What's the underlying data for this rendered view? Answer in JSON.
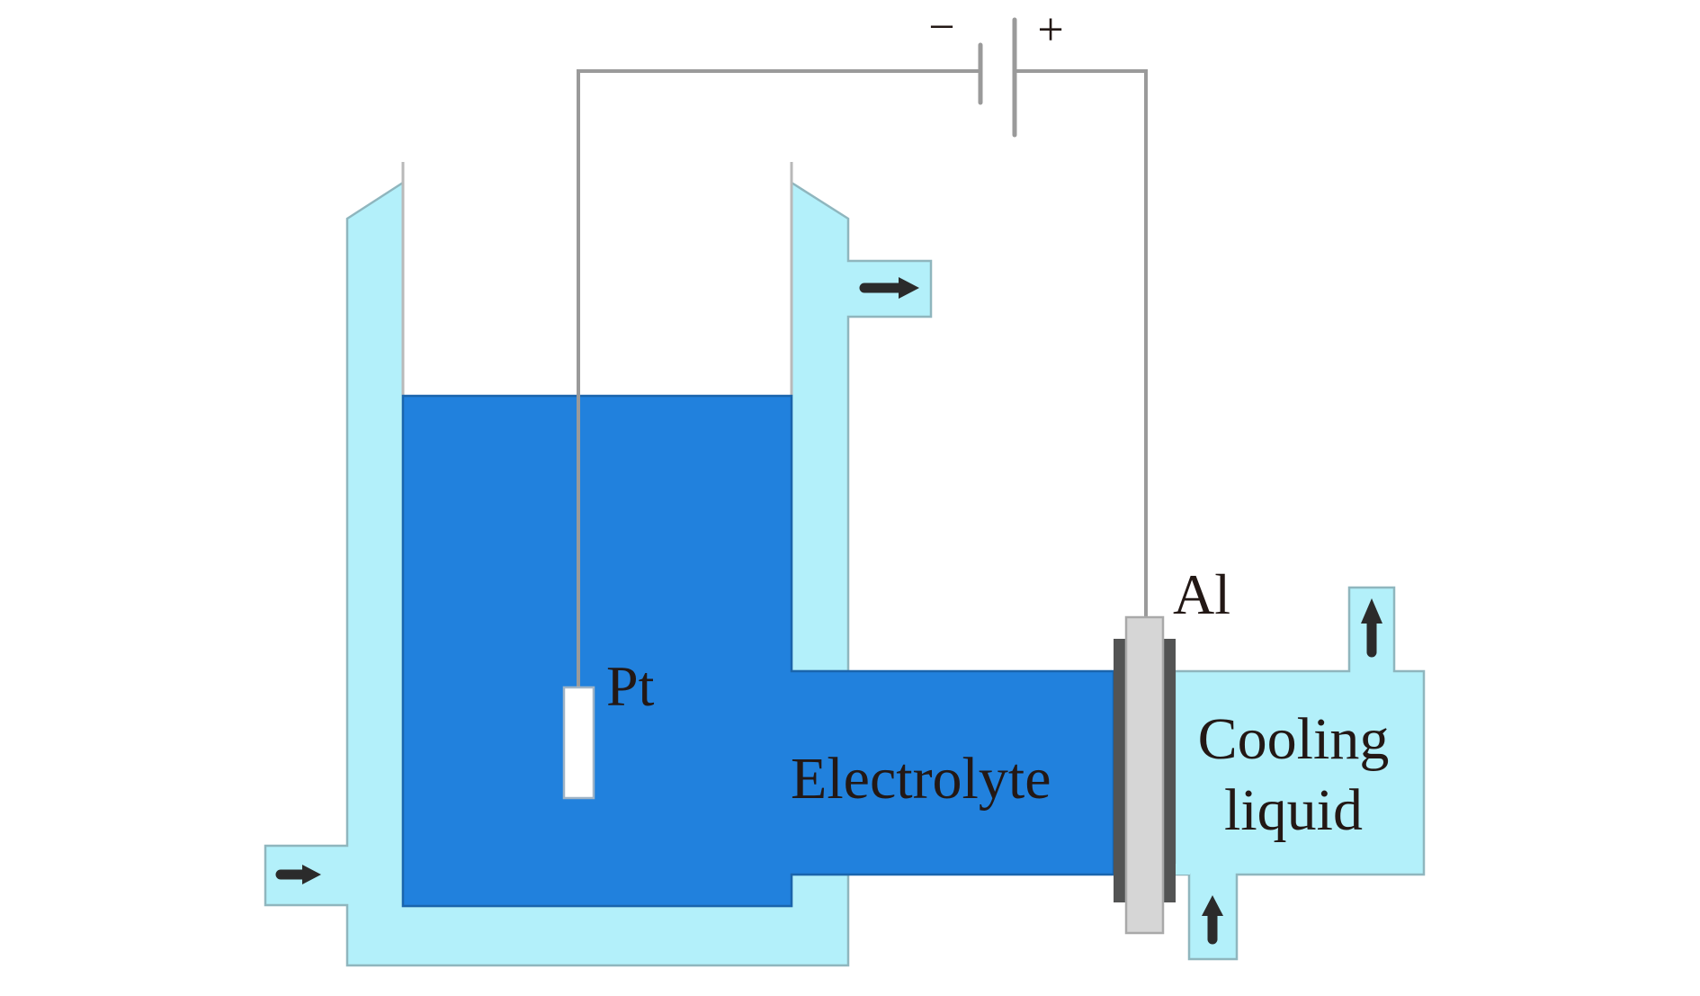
{
  "diagram": {
    "title": "Electrolytic cell with cooled Al anode",
    "labels": {
      "minus": "−",
      "plus": "+",
      "pt": "Pt",
      "al": "Al",
      "electrolyte": "Electrolyte",
      "cooling_line1": "Cooling",
      "cooling_line2": "liquid"
    },
    "colors": {
      "jacket": "#b3f0fa",
      "jacket_edge": "#8fb6be",
      "electrolyte": "#2181dd",
      "electrolyte_edge": "#1a65ad",
      "wire": "#9a9a9a",
      "gasket": "#535454",
      "al_plate": "#d6d6d6",
      "arrow": "#2b2b2b",
      "text": "#231815"
    },
    "flow_arrows": [
      {
        "name": "jacket-inlet",
        "direction": "right"
      },
      {
        "name": "jacket-outlet",
        "direction": "right"
      },
      {
        "name": "cooling-inlet",
        "direction": "up"
      },
      {
        "name": "cooling-outlet",
        "direction": "up"
      }
    ],
    "components": [
      "battery",
      "pt-cathode",
      "al-anode",
      "gaskets",
      "water-jacket",
      "electrolyte",
      "cooling-chamber"
    ]
  }
}
